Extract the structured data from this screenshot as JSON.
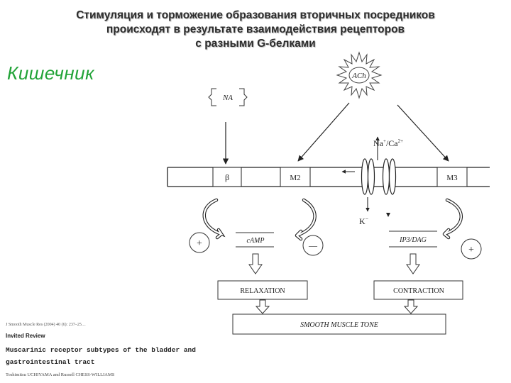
{
  "slide": {
    "title_lines": [
      "Стимуляция и торможение образования вторичных посредников",
      "происходят в результате взаимодействия рецепторов",
      "с разными G-белками"
    ],
    "organ_label": "Кишечник",
    "accent_color": "#21a337"
  },
  "diagram": {
    "ach_label": "ACh",
    "na_label": "NA",
    "ion_label_main": "Na",
    "ion_label_sep": "/Ca",
    "ion_na_charge": "+",
    "ion_ca_charge": "2+",
    "k_label": "K",
    "k_charge": "−",
    "receptor_beta": "β",
    "receptor_m2": "M2",
    "receptor_m3": "M3",
    "plus_left": "+",
    "minus_mid": "—",
    "plus_right": "+",
    "camp_label": "cAMP",
    "ip3_label": "IP3/DAG",
    "relaxation_label": "RELAXATION",
    "contraction_label": "CONTRACTION",
    "smt_label": "SMOOTH MUSCLE TONE"
  },
  "reference": {
    "citation": "J Smooth Muscle Res (2004) 40 (6): 237–25…",
    "kind": "Invited Review",
    "article_title_1": "Muscarinic receptor subtypes of the bladder and",
    "article_title_2": "gastrointestinal tract",
    "authors": "Toshimitsu UCHIYAMA and Russell CHESS-WILLIAMS"
  }
}
